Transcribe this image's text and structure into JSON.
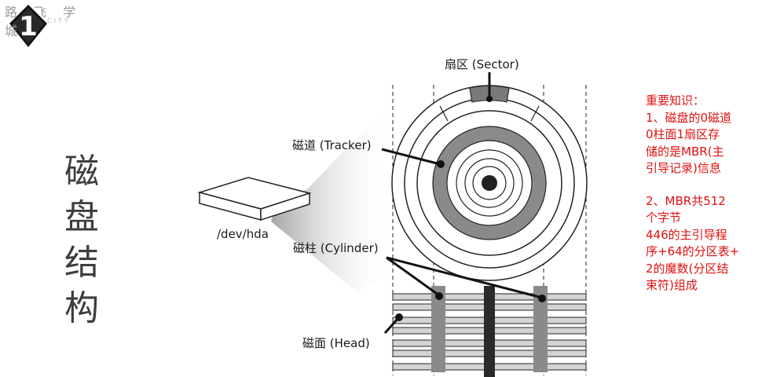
{
  "logo": {
    "text": "路 飞 学 城",
    "subtext": "CITY",
    "number": "1"
  },
  "title": {
    "chars": [
      "磁",
      "盘",
      "结",
      "构"
    ]
  },
  "diagram": {
    "device_label": "/dev/hda",
    "labels": {
      "sector": "扇区 (Sector)",
      "track": "磁道 (Tracker)",
      "cylinder": "磁柱 (Cylinder)",
      "head": "磁面 (Head)"
    }
  },
  "notes": {
    "heading": "重要知识：",
    "item1": [
      "1、磁盘的0磁道",
      "0柱面1扇区存",
      "储的是MBR(主",
      "引导记录)信息"
    ],
    "item2": [
      "2、MBR共512",
      "个字节",
      "446的主引导程",
      "序+64的分区表+",
      "2的魔数(分区结",
      "束符)组成"
    ]
  },
  "colors": {
    "note_red": "#e01010",
    "platter_gray": "#8a8a8a",
    "title_gray": "#3d3d3d"
  }
}
